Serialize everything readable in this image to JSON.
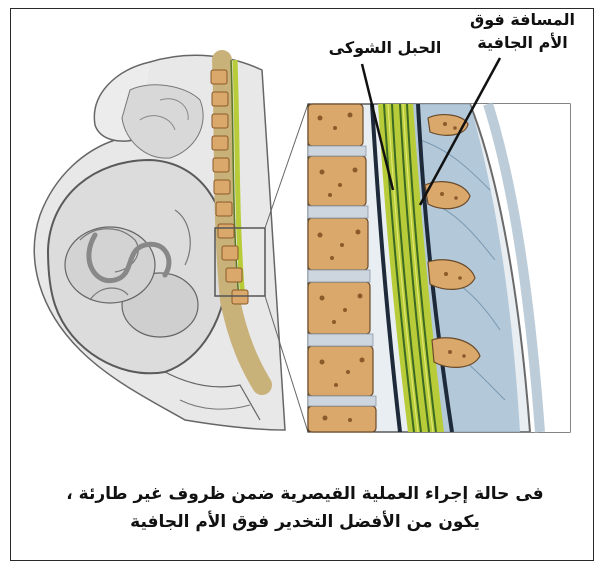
{
  "labels": {
    "spinal_cord": "الحبل الشوكى",
    "epidural_line1": "المسافة فوق",
    "epidural_line2": "الأم الجافية"
  },
  "caption": {
    "line1": "فى حالة إجراء العملية القيصرية ضمن ظروف غير طارئة ،",
    "line2": "يكون من الأفضل التخدير فوق الأم الجافية"
  },
  "colors": {
    "frame": "#2a2a2a",
    "spinal_cord": "#b8cc3a",
    "vertebra": "#d9a86a",
    "bone_dots": "#8a5a2a",
    "ligament": "#a9c2d6",
    "skin": "#e6e6e6",
    "outline": "#555555"
  }
}
